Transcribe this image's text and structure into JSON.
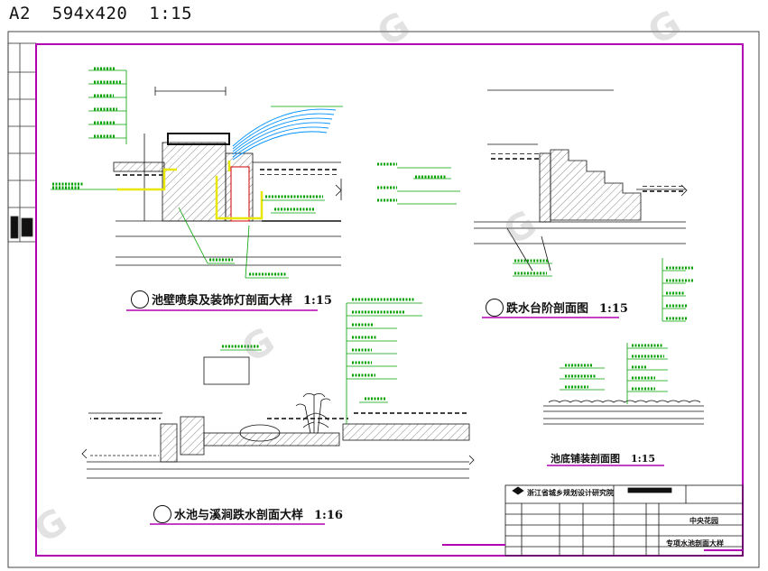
{
  "header": {
    "sheet": "A2",
    "size": "594x420",
    "scale": "1:15"
  },
  "details": [
    {
      "title": "池壁喷泉及装饰灯剖面大样",
      "scale": "1:15"
    },
    {
      "title": "跌水台阶剖面图",
      "scale": "1:15"
    },
    {
      "title": "水池与溪涧跌水剖面大样",
      "scale": "1:16"
    },
    {
      "title": "池底铺装剖面图",
      "scale": "1:15"
    }
  ],
  "title_block": {
    "institute": "浙江省城乡规划设计研究院",
    "project": "中央花园",
    "drawing_name": "专项水池剖面大样"
  },
  "colors": {
    "border": "#b000b0",
    "callout": "#00a000",
    "fountain": "#e8e800",
    "water_jet": "#0090ff",
    "lines": "#111111"
  }
}
